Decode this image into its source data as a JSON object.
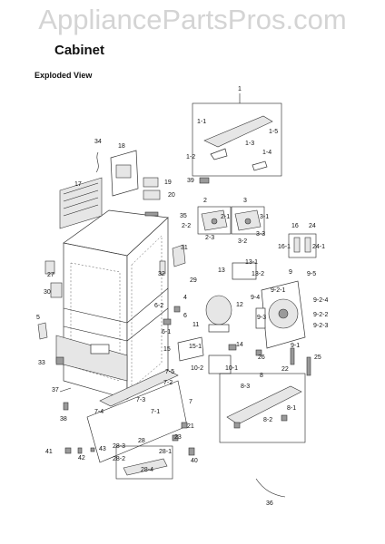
{
  "watermark": "AppliancePartsPros.com",
  "title": "Cabinet",
  "subtitle": "Exploded View",
  "callouts": [
    "1",
    "1-1",
    "1-2",
    "1-3",
    "1-4",
    "1-5",
    "2",
    "2-1",
    "2-2",
    "2-3",
    "3",
    "3-1",
    "3-2",
    "3-3",
    "4",
    "5",
    "6",
    "6-1",
    "6-2",
    "7",
    "7-1",
    "7-2",
    "7-3",
    "7-4",
    "7-5",
    "8",
    "8-1",
    "8-2",
    "8-3",
    "9",
    "9-1",
    "9-2-1",
    "9-2-2",
    "9-2-3",
    "9-2-4",
    "9-3",
    "9-4",
    "9-5",
    "10-1",
    "10-2",
    "11",
    "12",
    "13",
    "13-1",
    "13-2",
    "14",
    "15",
    "15-1",
    "16",
    "16-1",
    "17",
    "18",
    "19",
    "20",
    "21",
    "22",
    "23",
    "24",
    "24-1",
    "25",
    "26",
    "27",
    "28",
    "28-1",
    "28-2",
    "28-3",
    "28-4",
    "29",
    "30",
    "31",
    "32",
    "33",
    "34",
    "35",
    "36",
    "37",
    "38",
    "39",
    "40",
    "41",
    "42",
    "43"
  ]
}
